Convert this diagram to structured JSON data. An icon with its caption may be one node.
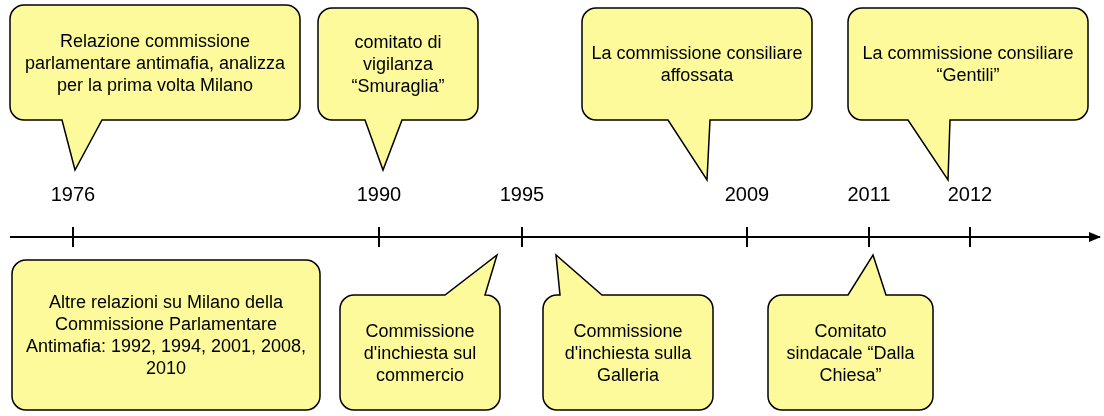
{
  "diagram": {
    "nodes": [
      {
        "text": [
          "Relazione commissione parlamentare antimafia, analizza per la prima volta Milano"
        ]
      },
      {
        "text": [
          "comitato di vigilanza “Smuraglia”"
        ]
      },
      {
        "text": [
          "La commissione consiliare affossata"
        ]
      },
      {
        "text": [
          "La commissione consiliare “Gentili”"
        ]
      },
      {
        "text": [
          "Altre relazioni su Milano della Commissione Parlamentare Antimafia: 1992, 1994, 2001, 2008, 2010"
        ]
      },
      {
        "text": [
          "Commissione d'inchiesta sul commercio"
        ]
      },
      {
        "text": [
          "Commissione d'inchiesta sulla Galleria"
        ]
      },
      {
        "text": [
          "Comitato sindacale “Dalla Chiesa”"
        ]
      }
    ],
    "edges": [],
    "labels": [
      "1976",
      "1990",
      "1995",
      "2009",
      "2011",
      "2012"
    ]
  }
}
